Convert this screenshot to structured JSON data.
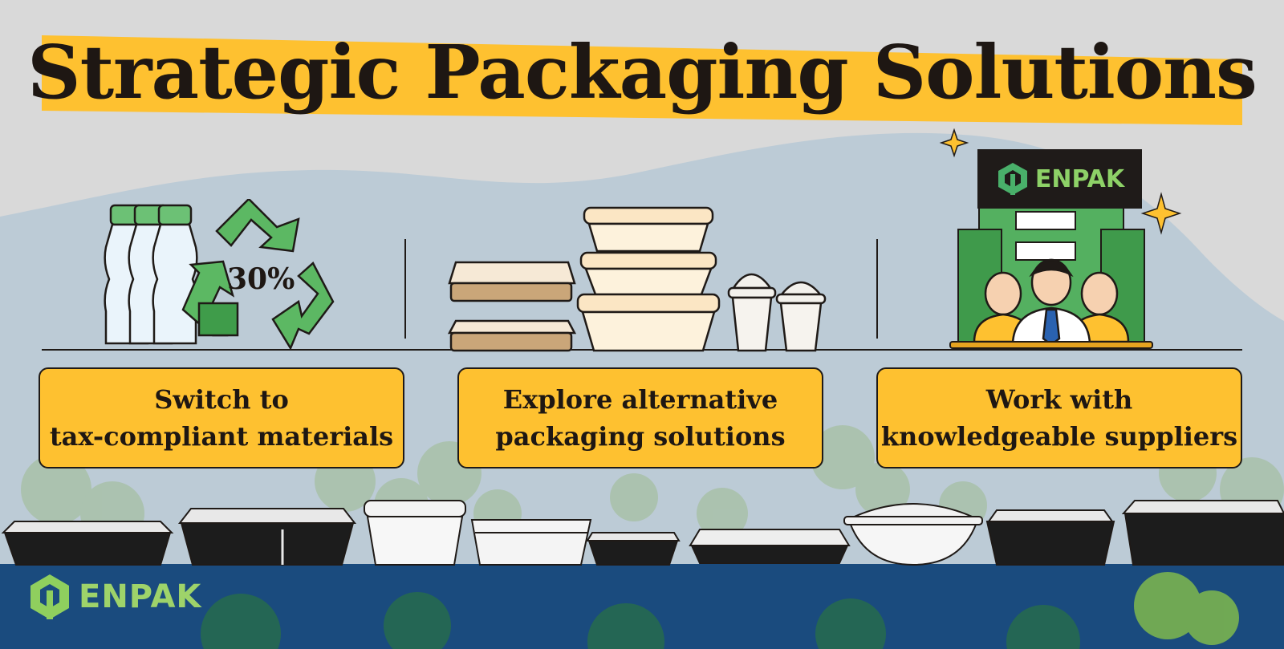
{
  "title": "Strategic Packaging Solutions",
  "recycle_percent": "30%",
  "cards": [
    {
      "line1": "Switch to",
      "line2": "tax-compliant materials"
    },
    {
      "line1": "Explore alternative",
      "line2": "packaging solutions"
    },
    {
      "line1": "Work with",
      "line2": "knowledgeable suppliers"
    }
  ],
  "brand": {
    "name": "ENPAK"
  },
  "colors": {
    "accent": "#fec130",
    "sky": "#bccbd6",
    "background": "#d9d9d9",
    "footer": "#1a4b7e",
    "brand_green": "#9ed36a"
  },
  "icons": [
    "bottle-icon",
    "recycle-icon",
    "food-container-icon",
    "cup-icon",
    "building-icon",
    "sparkle-icon",
    "person-icon",
    "enpak-logo-icon"
  ]
}
